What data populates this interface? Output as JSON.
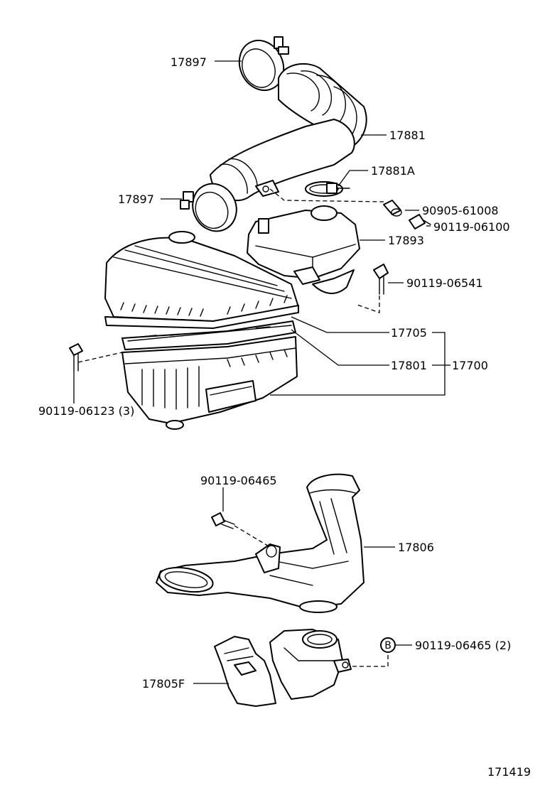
{
  "diagram": {
    "labels": {
      "p17897_top": "17897",
      "p17881": "17881",
      "p17881A": "17881A",
      "p17897_mid": "17897",
      "p90905_61008": "90905-61008",
      "p90119_06100": "90119-06100",
      "p17893": "17893",
      "p90119_06541": "90119-06541",
      "p17705": "17705",
      "p17801": "17801",
      "p17700": "17700",
      "p90119_06123": "90119-06123 (3)",
      "p90119_06465": "90119-06465",
      "p17806": "17806",
      "callout_b": "B",
      "p90119_06465_2": "90119-06465 (2)",
      "p17805F": "17805F",
      "figure_number": "171419"
    }
  }
}
